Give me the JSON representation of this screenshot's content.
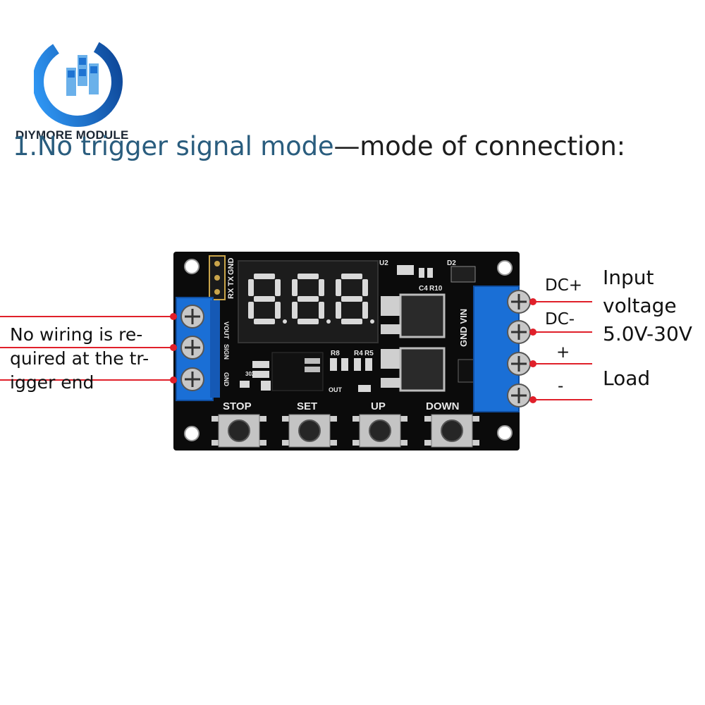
{
  "brand": {
    "name": "DIYMORE MODULE",
    "accent": "#1e73d2",
    "accent_dark": "#0a3f8f"
  },
  "heading": {
    "prefix": "1.",
    "text": "No trigger signal mode",
    "dash": "—",
    "suffix": "mode of connection:"
  },
  "board": {
    "buttons": [
      "STOP",
      "SET",
      "UP",
      "DOWN"
    ],
    "header_pins": [
      "RX",
      "TX",
      "GND"
    ],
    "left_terminal_labels": [
      "VOUT",
      "SIGN",
      "GND"
    ],
    "right_terminal_label": "GND VIN",
    "components": {
      "u2": "U2",
      "d2": "D2",
      "c4": "C4",
      "r10": "R10",
      "r8": "R8",
      "r4": "R4",
      "r5": "R5",
      "out": "OUT",
      "r302": "302"
    }
  },
  "left_note": {
    "lines": [
      "No wiring is re-",
      "quired at the tr-",
      "igger end"
    ]
  },
  "right_labels": {
    "dc_plus": "DC+",
    "dc_minus": "DC-",
    "plus": "+",
    "minus": "-",
    "input_voltage": [
      "Input",
      "voltage",
      "5.0V-30V"
    ],
    "load": "Load"
  },
  "colors": {
    "pcb": "#0b0b0b",
    "terminal": "#1a6fd6",
    "wire": "#e0202a",
    "display": "#1a1a1a",
    "segments": "#d9d9d9"
  }
}
